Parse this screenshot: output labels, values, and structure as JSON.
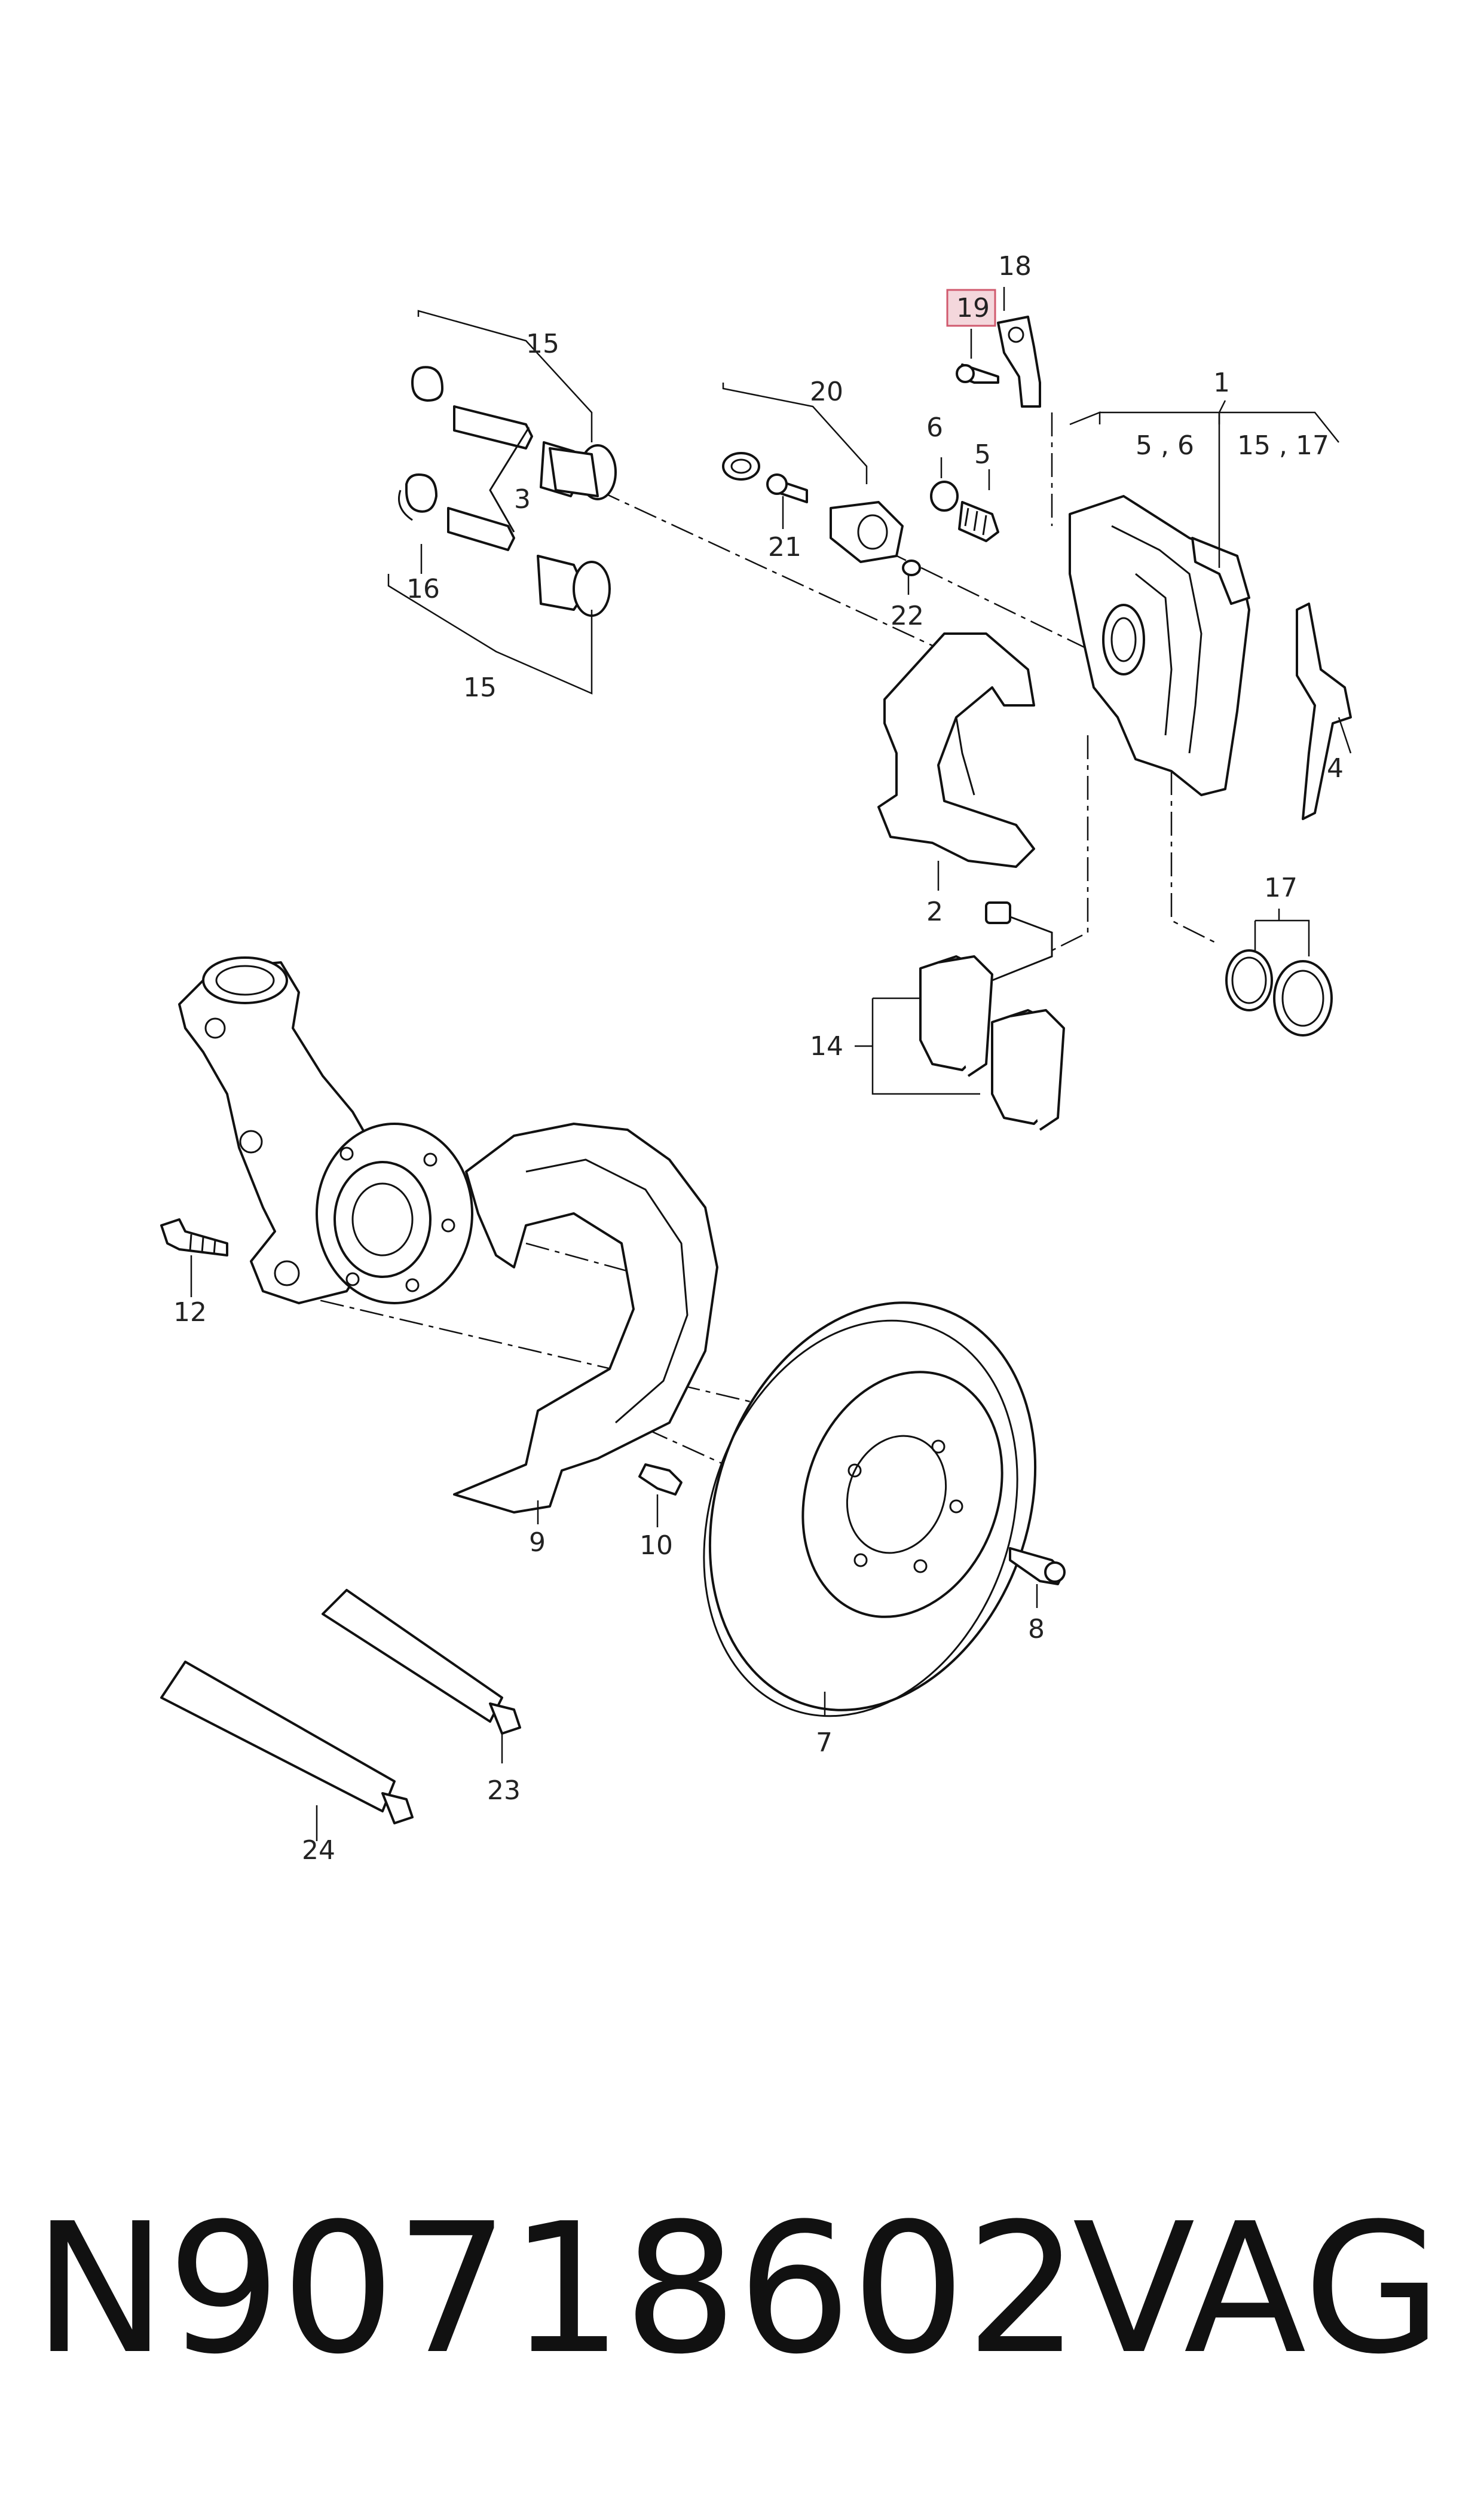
{
  "callouts": [
    "1",
    "2",
    "3",
    "4",
    "5",
    "6",
    "7",
    "8",
    "9",
    "10",
    "12",
    "14",
    "15",
    "15",
    "16",
    "17",
    "18",
    "19",
    "20",
    "21",
    "22",
    "23",
    "24"
  ],
  "group_labels": {
    "caliper_a": "5 , 6",
    "caliper_b": "15 , 17"
  },
  "highlight": {
    "label": "19",
    "fill": "#f4d7dc",
    "stroke": "#d05a6e"
  },
  "footer": {
    "part_number": "N90718602",
    "brand": "VAG"
  }
}
